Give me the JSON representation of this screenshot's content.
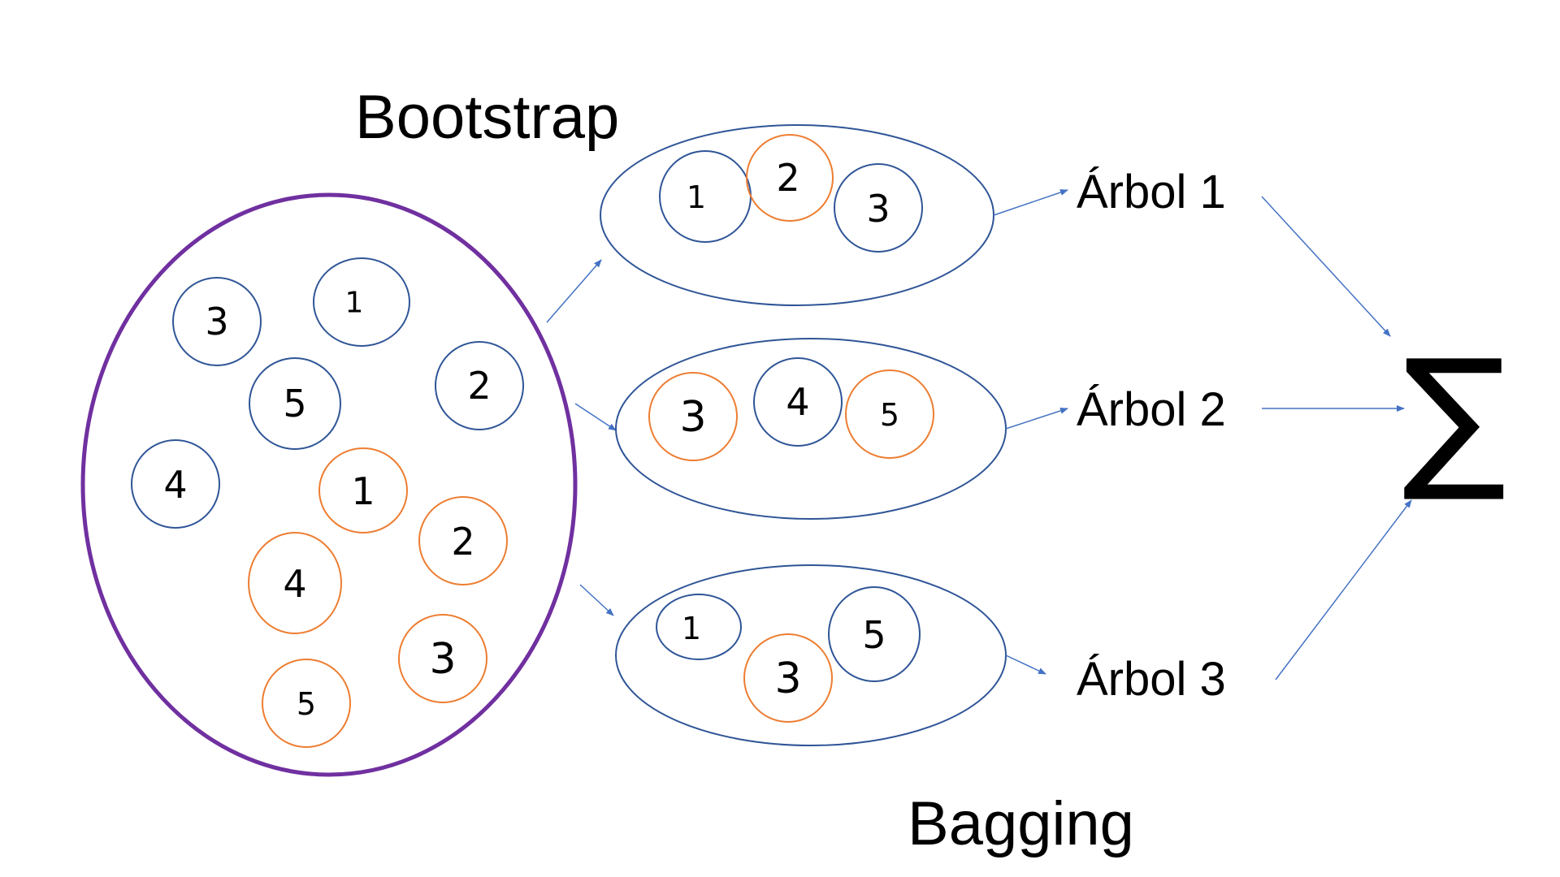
{
  "labels": {
    "bootstrap": "Bootstrap",
    "bagging": "Bagging",
    "sum": "∑"
  },
  "colors": {
    "blue": "#2f5597",
    "orange": "#ed7d31",
    "purple": "#7030a0",
    "arrow": "#4472c4"
  },
  "dataset": {
    "items": [
      {
        "label": "3",
        "color": "blue"
      },
      {
        "label": "1",
        "color": "blue"
      },
      {
        "label": "5",
        "color": "blue"
      },
      {
        "label": "2",
        "color": "blue"
      },
      {
        "label": "4",
        "color": "blue"
      },
      {
        "label": "1",
        "color": "orange"
      },
      {
        "label": "2",
        "color": "orange"
      },
      {
        "label": "4",
        "color": "orange"
      },
      {
        "label": "3",
        "color": "orange"
      },
      {
        "label": "5",
        "color": "orange"
      }
    ]
  },
  "samples": [
    {
      "tree_label": "Árbol 1",
      "items": [
        {
          "label": "1",
          "color": "blue"
        },
        {
          "label": "2",
          "color": "orange"
        },
        {
          "label": "3",
          "color": "blue"
        }
      ]
    },
    {
      "tree_label": "Árbol 2",
      "items": [
        {
          "label": "3",
          "color": "orange"
        },
        {
          "label": "4",
          "color": "blue"
        },
        {
          "label": "5",
          "color": "orange"
        }
      ]
    },
    {
      "tree_label": "Árbol 3",
      "items": [
        {
          "label": "1",
          "color": "blue"
        },
        {
          "label": "3",
          "color": "orange"
        },
        {
          "label": "5",
          "color": "blue"
        }
      ]
    }
  ]
}
